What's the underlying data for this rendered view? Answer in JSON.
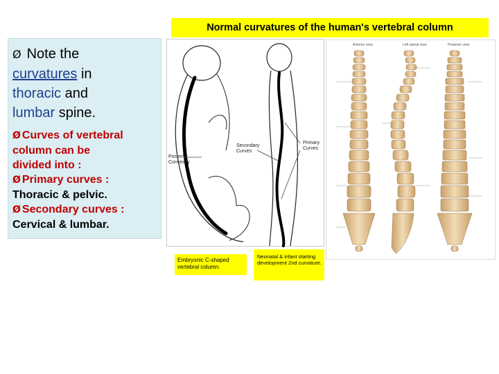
{
  "title": "Normal curvatures of the human's vertebral column",
  "note": {
    "arrow": "Ø",
    "line1": "Note the",
    "curvatures": "curvatures",
    "in": "in",
    "thoracic": "thoracic",
    "and": "and",
    "lumbar": "lumbar",
    "spine": "spine."
  },
  "bullets": [
    {
      "arrow": "Ø",
      "text_lines": [
        "Curves of vertebral",
        "column can be",
        "divided into :"
      ]
    },
    {
      "arrow": "Ø",
      "text_lines": [
        "Primary curves :"
      ],
      "plain_lines": [
        "Thoracic & pelvic."
      ]
    },
    {
      "arrow": "Ø",
      "text_lines": [
        "Secondary curves :"
      ],
      "plain_lines": [
        "Cervical & lumbar."
      ]
    }
  ],
  "embryo_labels": {
    "posterior_convexity": "Posterior Convexity",
    "secondary_curves": "Secondary Curves",
    "primary_curves": "Primary Curves"
  },
  "anatomy_labels": {
    "anterior_view": "Anterior view",
    "left_lateral_view": "Left lateral view",
    "posterior_view": "Posterior view"
  },
  "caption1": "Embryonic C-shaped vertebral column.",
  "caption2": "Neonatal & infant starting development 2nd curvature.",
  "colors": {
    "yellow": "#ffff00",
    "note_bg": "#daeef3",
    "blue_text": "#1f3f8f",
    "red_text": "#c00000",
    "bone": "#e8c89a"
  }
}
